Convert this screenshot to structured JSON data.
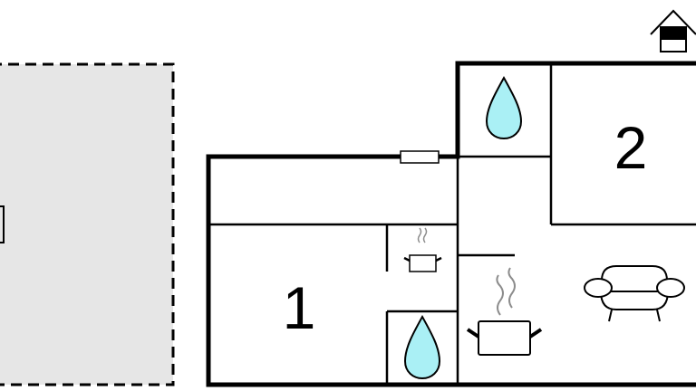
{
  "floorplan": {
    "rooms": [
      {
        "label": "1",
        "type": "bedroom"
      },
      {
        "label": "2",
        "type": "bedroom"
      }
    ],
    "icons": [
      "bathroom-drop-icon",
      "bathroom-drop-icon",
      "kitchen-pot-icon",
      "kitchen-pot-icon",
      "sofa-icon",
      "entrance-house-icon",
      "window-icon"
    ],
    "colors": {
      "water": "#aaf0f5",
      "terrace": "#e6e6e6",
      "wall": "#000000",
      "steam": "#8c8c8c"
    }
  }
}
